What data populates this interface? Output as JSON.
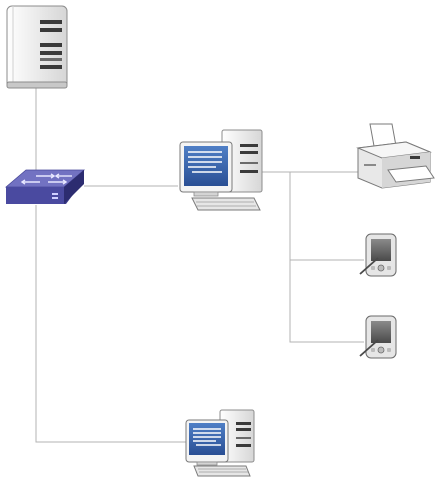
{
  "diagram": {
    "nodes": [
      {
        "id": "server",
        "icon": "server-tower-icon"
      },
      {
        "id": "switch",
        "icon": "network-switch-icon"
      },
      {
        "id": "desktop-main",
        "icon": "desktop-computer-icon"
      },
      {
        "id": "printer",
        "icon": "printer-icon"
      },
      {
        "id": "pda-1",
        "icon": "pda-device-icon"
      },
      {
        "id": "pda-2",
        "icon": "pda-device-icon"
      },
      {
        "id": "desktop-bottom",
        "icon": "desktop-computer-icon"
      }
    ],
    "edges": [
      {
        "from": "server",
        "to": "switch"
      },
      {
        "from": "switch",
        "to": "desktop-main"
      },
      {
        "from": "switch",
        "to": "desktop-bottom"
      },
      {
        "from": "desktop-main",
        "to": "printer"
      },
      {
        "from": "desktop-main",
        "to": "pda-1"
      },
      {
        "from": "desktop-main",
        "to": "pda-2"
      }
    ],
    "colors": {
      "line": "#b3b3b3",
      "switch_top": "#6a6ab8",
      "switch_side": "#3c3c8c",
      "screen": "#2f5fa8",
      "case": "#f0f0f0",
      "outline": "#5a5a5a"
    }
  }
}
